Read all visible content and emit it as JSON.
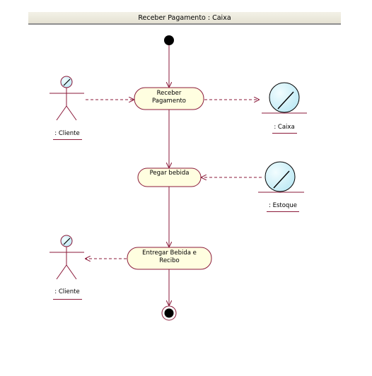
{
  "diagram": {
    "title": "Receber Pagamento : Caixa",
    "activities": [
      {
        "label": "Receber\nPagamento"
      },
      {
        "label": "Pegar bebida"
      },
      {
        "label": "Entregar Bebida e\nRecibo"
      }
    ],
    "actors": [
      {
        "label": ": Cliente"
      },
      {
        "label": ": Cliente"
      }
    ],
    "objects": [
      {
        "label": ": Caixa"
      },
      {
        "label": ": Estoque"
      }
    ]
  },
  "colors": {
    "line": "#8b1a3a",
    "activity_fill": "#fffee0",
    "object_fill": "#d8f4fb",
    "title_bar": "#ece9d8"
  }
}
